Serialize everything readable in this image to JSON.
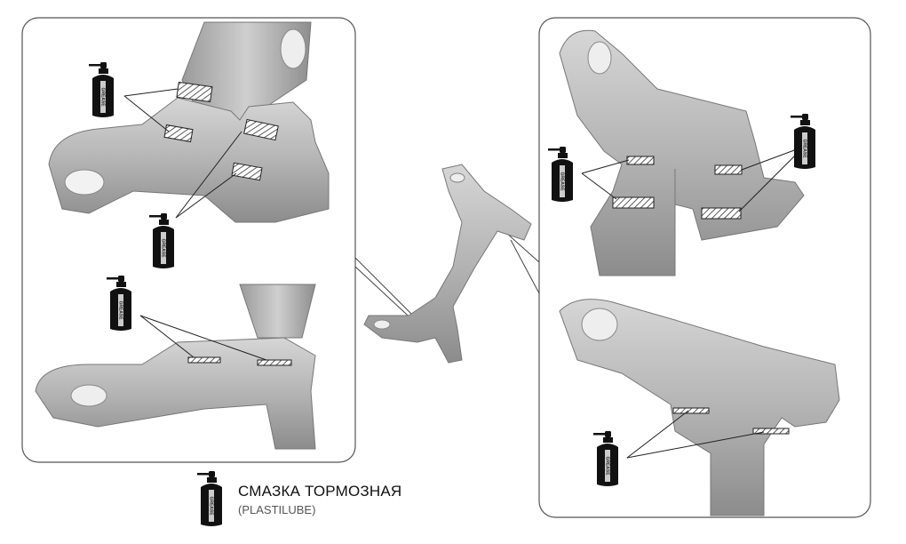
{
  "legend": {
    "icon": "grease-can-icon",
    "title": "СМАЗКА ТОРМОЗНАЯ",
    "subtitle": "(PLASTILUBE)"
  },
  "can_label": "GREASE",
  "colors": {
    "part_fill": "#b8b8b8",
    "part_shadow": "#8a8a8a",
    "panel_border": "#555555",
    "pad_hatch": "#333333"
  }
}
